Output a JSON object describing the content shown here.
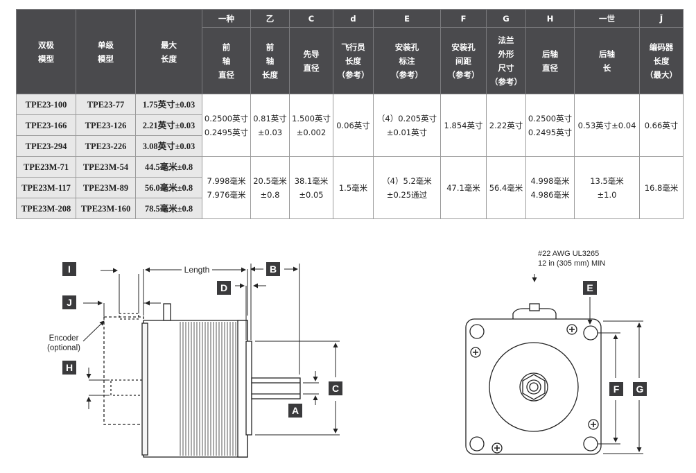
{
  "table": {
    "header_top": [
      "",
      "",
      "",
      "一种",
      "乙",
      "C",
      "d",
      "E",
      "F",
      "G",
      "H",
      "一世",
      "Ĵ"
    ],
    "header_bottom": [
      "双极\n模型",
      "单级\n模型",
      "最大\n长度",
      "前\n轴\n直径",
      "前\n轴\n长度",
      "先导\n直径",
      "飞行员\n长度\n（参考）",
      "安装孔\n标注\n（参考）",
      "安装孔\n间距\n（参考）",
      "法兰\n外形\n尺寸\n（参考）",
      "后轴\n直径",
      "后轴\n长",
      "编码器\n长度\n（最大）"
    ],
    "groups": [
      {
        "rows": [
          {
            "bipolar": "TPE23-100",
            "unipolar": "TPE23-77",
            "length": "1.75英寸±0.03"
          },
          {
            "bipolar": "TPE23-166",
            "unipolar": "TPE23-126",
            "length": "2.21英寸±0.03"
          },
          {
            "bipolar": "TPE23-294",
            "unipolar": "TPE23-226",
            "length": "3.08英寸±0.03"
          }
        ],
        "shared": [
          "0.2500英寸\n0.2495英寸",
          "0.81英寸\n±0.03",
          "1.500英寸\n±0.002",
          "0.06英寸",
          "（4）0.205英寸\n±0.01英寸",
          "1.854英寸",
          "2.22英寸",
          "0.2500英寸\n0.2495英寸",
          "0.53英寸±0.04",
          "0.66英寸"
        ]
      },
      {
        "rows": [
          {
            "bipolar": "TPE23M-71",
            "unipolar": "TPE23M-54",
            "length": "44.5毫米±0.8"
          },
          {
            "bipolar": "TPE23M-117",
            "unipolar": "TPE23M-89",
            "length": "56.0毫米±0.8"
          },
          {
            "bipolar": "TPE23M-208",
            "unipolar": "TPE23M-160",
            "length": "78.5毫米±0.8"
          }
        ],
        "shared": [
          "7.998毫米\n7.976毫米",
          "20.5毫米\n±0.8",
          "38.1毫米\n±0.05",
          "1.5毫米",
          "（4）5.2毫米\n±0.25通过",
          "47.1毫米",
          "56.4毫米",
          "4.998毫米\n4.986毫米",
          "13.5毫米\n±1.0",
          "16.8毫米"
        ]
      }
    ]
  },
  "diagram": {
    "side": {
      "length_label": "Length",
      "encoder_label": "Encoder\n(optional)",
      "callouts": [
        "I",
        "J",
        "H",
        "D",
        "B",
        "C",
        "A"
      ]
    },
    "front": {
      "wire_label_1": "#22 AWG UL3265",
      "wire_label_2": "12 in (305 mm) MIN",
      "callouts": [
        "E",
        "F",
        "G"
      ]
    }
  }
}
